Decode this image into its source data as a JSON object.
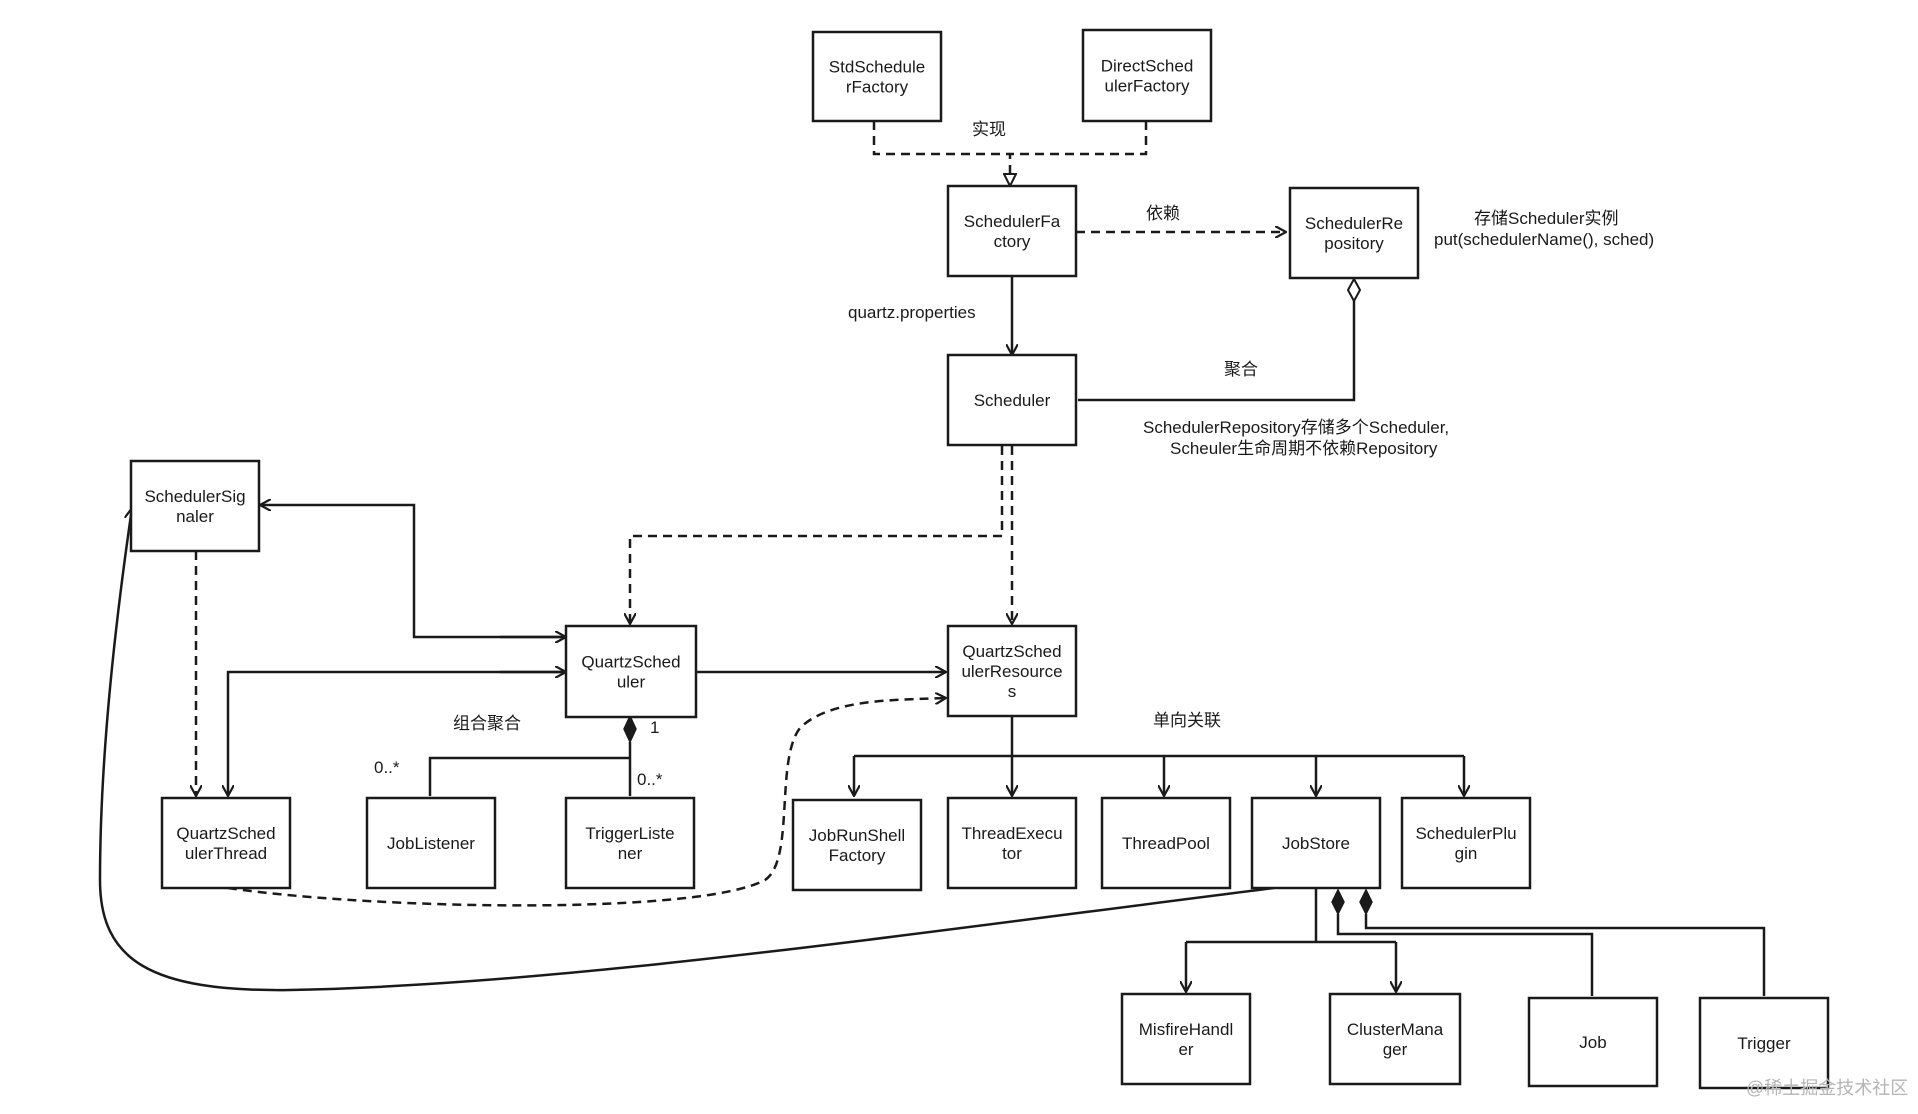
{
  "classes": {
    "std_scheduler_factory": [
      "StdSchedule",
      "rFactory"
    ],
    "direct_scheduler_factory": [
      "DirectSched",
      "ulerFactory"
    ],
    "scheduler_factory": [
      "SchedulerFa",
      "ctory"
    ],
    "scheduler_repository": [
      "SchedulerRe",
      "pository"
    ],
    "scheduler": [
      "Scheduler"
    ],
    "scheduler_signaler": [
      "SchedulerSig",
      "naler"
    ],
    "quartz_scheduler": [
      "QuartzSched",
      "uler"
    ],
    "quartz_scheduler_resources": [
      "QuartzSched",
      "ulerResource",
      "s"
    ],
    "quartz_scheduler_thread": [
      "QuartzSched",
      "ulerThread"
    ],
    "job_listener": [
      "JobListener"
    ],
    "trigger_listener": [
      "TriggerListe",
      "ner"
    ],
    "job_run_shell_factory": [
      "JobRunShell",
      "Factory"
    ],
    "thread_executor": [
      "ThreadExecu",
      "tor"
    ],
    "thread_pool": [
      "ThreadPool"
    ],
    "job_store": [
      "JobStore"
    ],
    "scheduler_plugin": [
      "SchedulerPlu",
      "gin"
    ],
    "misfire_handler": [
      "MisfireHandl",
      "er"
    ],
    "cluster_manager": [
      "ClusterMana",
      "ger"
    ],
    "job": [
      "Job"
    ],
    "trigger": [
      "Trigger"
    ]
  },
  "labels": {
    "implements": "实现",
    "depends": "依赖",
    "repo_note_line1": "存储Scheduler实例",
    "repo_note_line2": "put(schedulerName(), sched)",
    "quartz_properties": "quartz.properties",
    "aggregation": "聚合",
    "aggregation_note_line1": "SchedulerRepository存储多个Scheduler,",
    "aggregation_note_line2": "Scheuler生命周期不依赖Repository",
    "composite_aggregation": "组合聚合",
    "mult_one": "1",
    "mult_listener": "0..*",
    "mult_trigger_listener": "0..*",
    "unidirectional_association": "单向关联",
    "watermark": "@稀土掘金技术社区"
  }
}
